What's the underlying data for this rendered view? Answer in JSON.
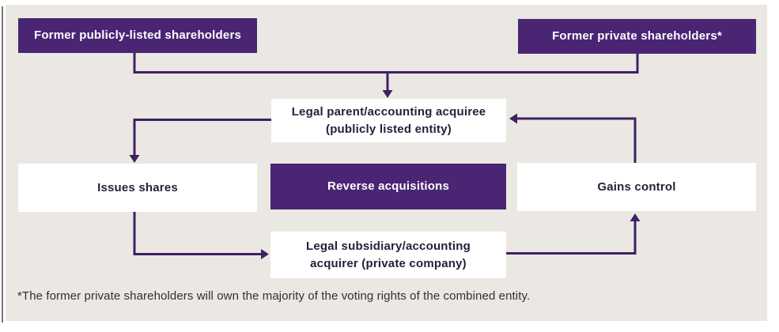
{
  "colors": {
    "panel_background": "#EBE7E2",
    "page_background": "#ffffff",
    "purple_box": "#4A2574",
    "arrow": "#3E2065",
    "dark_text": "#261F38",
    "white_text": "#ffffff"
  },
  "diagram": {
    "nodes": {
      "former_public": {
        "label": "Former publicly-listed shareholders",
        "variant": "purple"
      },
      "former_private": {
        "label": "Former private shareholders*",
        "variant": "purple"
      },
      "legal_parent": {
        "line1": "Legal parent/accounting acquiree",
        "line2": "(publicly listed entity)",
        "variant": "white"
      },
      "issues_shares": {
        "label": "Issues shares",
        "variant": "white"
      },
      "reverse_acquisitions": {
        "label": "Reverse acquisitions",
        "variant": "purple"
      },
      "gains_control": {
        "label": "Gains control",
        "variant": "white"
      },
      "legal_subsidiary": {
        "line1": "Legal subsidiary/accounting",
        "line2": "acquirer (private company)",
        "variant": "white"
      }
    },
    "edges": [
      {
        "from": "former_public + former_private",
        "to": "legal_parent",
        "direction": "down"
      },
      {
        "from": "legal_parent",
        "to": "issues_shares",
        "direction": "down"
      },
      {
        "from": "issues_shares",
        "to": "legal_subsidiary",
        "direction": "right"
      },
      {
        "from": "legal_subsidiary",
        "to": "gains_control",
        "direction": "up"
      },
      {
        "from": "gains_control",
        "to": "legal_parent",
        "direction": "left"
      }
    ],
    "footnote": "*The former private shareholders will own the majority of the voting rights of the combined entity."
  }
}
